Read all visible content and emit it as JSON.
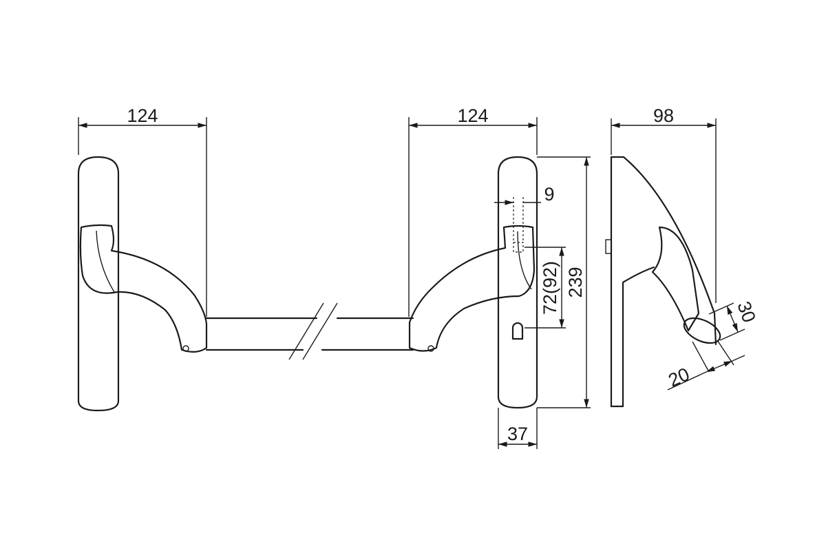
{
  "drawing": {
    "dimensions": {
      "left_width": "124",
      "right_width": "124",
      "side_depth": "98",
      "spindle": "9",
      "centers": "72(92)",
      "plate_height": "239",
      "plate_width": "37",
      "grip_height": "30",
      "grip_width": "20"
    },
    "colors": {
      "line": "#1a1a1a",
      "background": "#ffffff"
    }
  }
}
